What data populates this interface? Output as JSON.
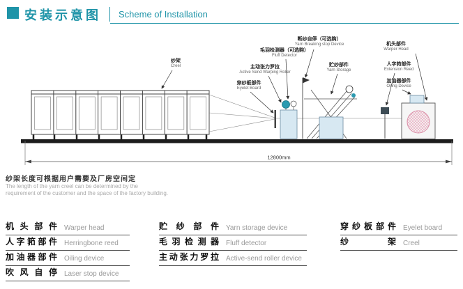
{
  "colors": {
    "accent": "#1f94a8"
  },
  "header": {
    "title_zh": "安装示意图",
    "title_en": "Scheme of Installation"
  },
  "diagram": {
    "callouts": [
      {
        "zh": "纱架",
        "en": "Creel"
      },
      {
        "zh": "穿纱板部件",
        "en": "Eyelet Board"
      },
      {
        "zh": "主动张力罗拉",
        "en": "Active Send Warping Roller"
      },
      {
        "zh": "毛羽检测器（可选购）",
        "en": "Fluff Detector"
      },
      {
        "zh": "断纱自停（可选购）",
        "en": "Yarn Breaking stop Device"
      },
      {
        "zh": "贮纱部件",
        "en": "Yarn Storage"
      },
      {
        "zh": "机头部件",
        "en": "Warper Head"
      },
      {
        "zh": "人字筘部件",
        "en": "Extension Reed"
      },
      {
        "zh": "加油器部件",
        "en": "Oiling Device"
      }
    ],
    "dimension_label": "12800mm"
  },
  "note": {
    "zh": "纱架长度可根据用户需要及厂房空间定",
    "en_line1": "The length of the yarn creel can be determined by the",
    "en_line2": "requirement of the customer and the space of the factory building."
  },
  "glossary": {
    "col1": [
      {
        "zh": "机头部件",
        "en": "Warper head"
      },
      {
        "zh": "人字筘部件",
        "en": "Herringbone reed"
      },
      {
        "zh": "加油器部件",
        "en": "Oiling device"
      },
      {
        "zh": "吹风自停",
        "en": "Laser stop device"
      }
    ],
    "col2": [
      {
        "zh": "贮纱部件",
        "en": "Yarn storage device"
      },
      {
        "zh": "毛羽检测器",
        "en": "Fluff detector"
      },
      {
        "zh": "主动张力罗拉",
        "en": "Active-send roller device"
      }
    ],
    "col3": [
      {
        "zh": "穿纱板部件",
        "en": "Eyelet board"
      },
      {
        "zh": "纱架",
        "en": "Creel"
      }
    ]
  }
}
